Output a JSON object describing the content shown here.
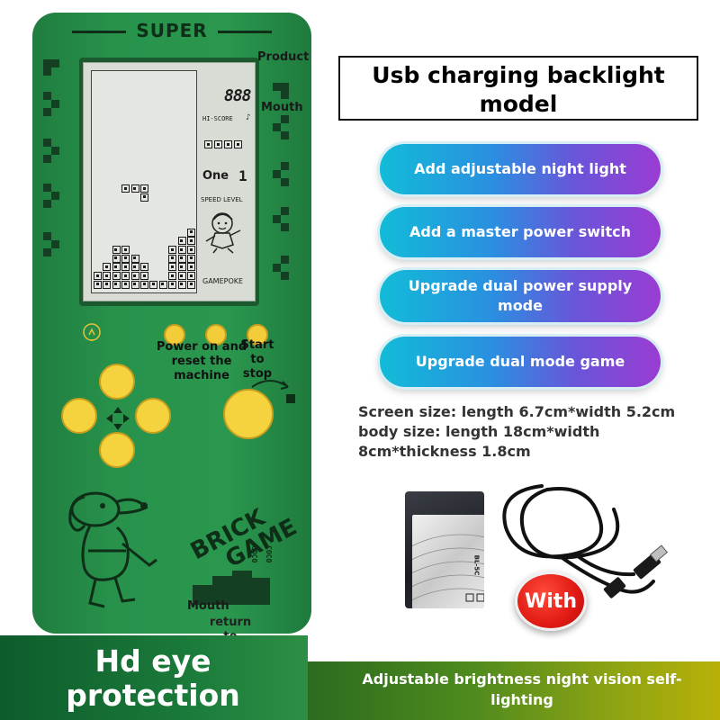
{
  "device": {
    "brand": "SUPER",
    "hi_score_digits": "888",
    "hi_score_label": "HI-SCORE",
    "level_word": "One",
    "level_digit": "1",
    "speed_level_label": "SPEED LEVEL",
    "gamepoke_label": "GAMEPOKE",
    "power_label": "Power on and reset the machine",
    "start_label": "Start to stop",
    "sound_label": "♪",
    "brick_game_line1": "BRICK",
    "brick_game_line2": "GAME",
    "side_text": "COCO",
    "colors": {
      "body": "#2a974e",
      "buttons": "#f5d33e"
    }
  },
  "floating_labels": {
    "product": "Product",
    "mouth": "Mouth",
    "mouth2": "Mouth",
    "overlap_label": "return to mouth"
  },
  "title": "Usb charging backlight model",
  "features": [
    "Add adjustable night light",
    "Add a master power switch",
    "Upgrade dual power supply mode",
    "Upgrade dual mode game"
  ],
  "specs": "Screen size: length 6.7cm*width 5.2cm body size: length 18cm*width 8cm*thickness 1.8cm",
  "battery": {
    "model": "BL-5C",
    "badge": "With"
  },
  "banners": {
    "left": "Hd eye protection",
    "right": "Adjustable brightness night vision self-lighting"
  },
  "icons": [
    "bulb-icon",
    "dpad-up-icon",
    "dpad-down-icon",
    "dpad-left-icon",
    "dpad-right-icon",
    "usb-cable-icon",
    "battery-icon",
    "dog-mascot-icon",
    "boy-mascot-icon"
  ]
}
